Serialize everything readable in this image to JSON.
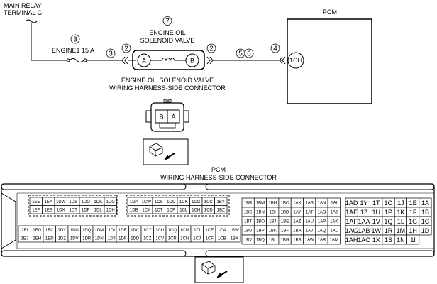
{
  "labels": {
    "main_relay_line1": "MAIN RELAY",
    "main_relay_line2": "TERMINAL C",
    "pcm": "PCM",
    "valve_line1": "ENGINE OIL",
    "valve_line2": "SOLENOID VALVE",
    "fuse": "ENGINE1 15 A",
    "pcm_pin": "1CH",
    "valve_pin_a": "A",
    "valve_pin_b": "B",
    "harness_line1": "ENGINE OIL SOLENOID VALVE",
    "harness_line2": "WIRING HARNESS-SIDE CONNECTOR",
    "pcm_conn_line1": "PCM",
    "pcm_conn_line2": "WIRING HARNESS-SIDE CONNECTOR",
    "conn_b": "B",
    "conn_a": "A"
  },
  "callouts": {
    "c3a": "3",
    "c3b": "3",
    "c2a": "2",
    "c2b": "2",
    "c7": "7",
    "c5": "5",
    "c6": "6",
    "c4": "4"
  },
  "pcm_connector": {
    "g1": [
      [
        "1EE",
        "1EA",
        "1DW",
        "1DS",
        "1DO",
        "1DK",
        "1DG"
      ],
      [
        "1EF",
        "1EB",
        "1DX",
        "1DT",
        "1DP",
        "1DL",
        "1DH"
      ]
    ],
    "g2": [
      [
        "1DA",
        "1CW",
        "1CS",
        "1CO",
        "1CK",
        "1CG",
        "1CC",
        "1BY"
      ],
      [
        "1DB",
        "1CX",
        "1CT",
        "1CP",
        "1CL",
        "1CH",
        "1CD",
        "1BZ"
      ]
    ],
    "g3": [
      [
        "1EI",
        "1EG",
        "1EC",
        "1DY",
        "1DU",
        "1DQ",
        "1DM",
        "1DI"
      ],
      [
        "1EJ",
        "1EH",
        "1ED",
        "1DZ",
        "1DV",
        "1DR",
        "1DN",
        "1DJ"
      ]
    ],
    "g4": [
      [
        "1DE",
        "1DC",
        "1CY",
        "1CU",
        "1CQ",
        "1CM",
        "1CI",
        "1CE",
        "1CA",
        "1BW"
      ],
      [
        "1DF",
        "1DD",
        "1CZ",
        "1CV",
        "1CR",
        "1CN",
        "1CJ",
        "1CF",
        "1CB",
        "1BX"
      ]
    ],
    "g5": [
      [
        "1BR",
        "1BM",
        "1BH",
        "1BC",
        "1AX",
        "1AS",
        "1AN",
        "1AI"
      ],
      [
        "1BS",
        "1BN",
        "1BI",
        "1BD",
        "1AY",
        "1AT",
        "1AO",
        "1AJ"
      ],
      [
        "1BT",
        "1BO",
        "1BJ",
        "1BE",
        "1AZ",
        "1AU",
        "1AP",
        "1AK"
      ],
      [
        "1BU",
        "1BP",
        "1BK",
        "1BF",
        "1BA",
        "1AV",
        "1AQ",
        "1AL"
      ],
      [
        "1BV",
        "1BQ",
        "1BL",
        "1BG",
        "1BB",
        "1AW",
        "1AR",
        "1AM"
      ]
    ],
    "g6": [
      [
        "1AD",
        "1Y",
        "1T",
        "1O",
        "1J",
        "1E",
        "1A"
      ],
      [
        "1AE",
        "1Z",
        "1U",
        "1P",
        "1K",
        "1F",
        "1B"
      ],
      [
        "1AF",
        "1AA",
        "1V",
        "1Q",
        "1L",
        "1G",
        "1C"
      ],
      [
        "1AG",
        "1AB",
        "1W",
        "1R",
        "1M",
        "1H",
        "1D"
      ],
      [
        "1AH",
        "1AC",
        "1X",
        "1S",
        "1N",
        "1I",
        ""
      ]
    ]
  }
}
